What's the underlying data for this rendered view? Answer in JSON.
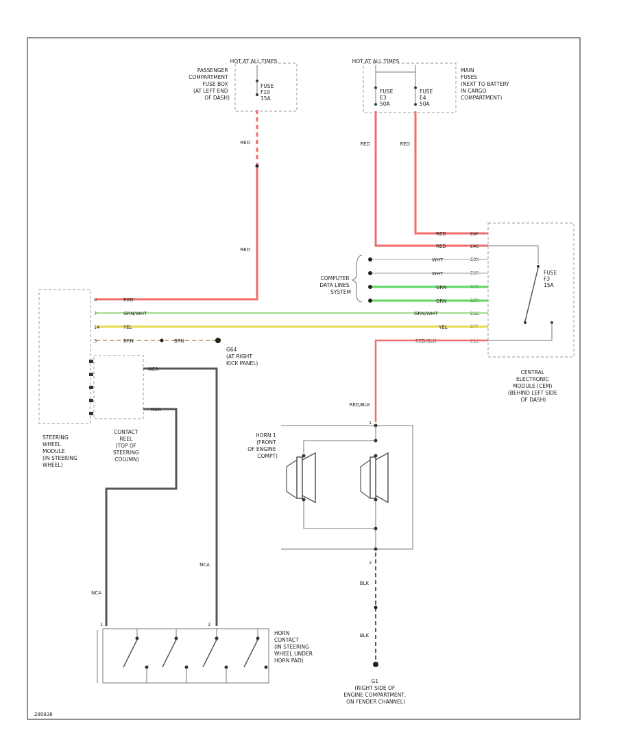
{
  "colors": {
    "red_wire": "#f26a6a",
    "grn_wht_wire": "#9fdc8a",
    "grn_wire": "#5fd85f",
    "yel_wire": "#e6d84e",
    "brn_wire": "#c8a878",
    "nca_wire": "#555555",
    "blk_wire": "#222222",
    "wht_wire": "#cfcfcf",
    "dash": "#999999"
  },
  "hot_label_left": "HOT AT ALL TIMES",
  "hot_label_right": "HOT AT ALL TIMES",
  "pass_fuse_box_label": [
    "PASSENGER",
    "COMPARTMENT",
    "FUSE BOX",
    "(AT LEFT END",
    "OF DASH)"
  ],
  "fuse_f10": [
    "FUSE",
    "F10",
    "15A"
  ],
  "main_fuses_label": [
    "MAIN",
    "FUSES",
    "(NEXT TO BATTERY",
    "IN CARGO",
    "COMPARTMENT)"
  ],
  "fuse_e3": [
    "FUSE",
    "E3",
    "50A"
  ],
  "fuse_e4": [
    "FUSE",
    "E4",
    "50A"
  ],
  "red1": "RED",
  "red2": "RED",
  "red3": "RED",
  "red4": "RED",
  "cem_fuse": [
    "FUSE",
    "F3",
    "15A"
  ],
  "cem_label": [
    "CENTRAL",
    "ELECTRONIC",
    "MODULE (CEM)",
    "(BEHIND LEFT SIDE",
    "OF DASH)"
  ],
  "cem_pins": {
    "p1": "E8F",
    "p2": "E4C",
    "p3": "E8K",
    "p4": "E8R",
    "p5": "E8S",
    "p6": "E8R",
    "p7": "E8B",
    "p8": "E7F",
    "p9": "E1C"
  },
  "cem_wires": {
    "w1": "RED",
    "w2": "RED",
    "w3": "WHT",
    "w4": "WHT",
    "w5": "GRN",
    "w6": "GRN",
    "w7": "GRN/WHT",
    "w8": "YEL",
    "w9": "RED/BLK"
  },
  "computer_data_label": [
    "COMPUTER",
    "DATA LINES",
    "SYSTEM"
  ],
  "swm_pins": {
    "p1": "8",
    "p2": "7",
    "p3": "14",
    "p4": "3"
  },
  "swm_wires": {
    "w1": "RED",
    "w2": "GRN/WHT",
    "w3": "YEL",
    "w4": "BRN"
  },
  "brn_second": "BRN",
  "ground_g64": [
    "G64",
    "(AT RIGHT",
    "KICK PANEL)"
  ],
  "swm_label": [
    "STEERING",
    "WHEEL",
    "MODULE",
    "(IN STEERING",
    "WHEEL)"
  ],
  "contact_reel_label": [
    "CONTACT",
    "REEL",
    "(TOP OF",
    "STEERING",
    "COLUMN)"
  ],
  "nca1": "NCA",
  "nca2": "NCA",
  "nca_reel1": "NCA",
  "nca_reel2": "NCA",
  "red_blk": "RED/BLK",
  "horn_label": [
    "HORN 1",
    "(FRONT",
    "OF ENGINE",
    "COMPT)"
  ],
  "pin_horn1": "1",
  "pin_horn2": "2",
  "blk1": "BLK",
  "blk2": "BLK",
  "ground_g1": [
    "G1",
    "(RIGHT SIDE OF",
    "ENGINE COMPARTMENT,",
    "ON FENDER CHANNEL)"
  ],
  "horn_contact_label": [
    "HORN",
    "CONTACT",
    "(IN STEERING",
    "WHEEL UNDER",
    "HORN PAD)"
  ],
  "hc_pin1": "1",
  "hc_pin2": "2",
  "footer_code": "289836"
}
